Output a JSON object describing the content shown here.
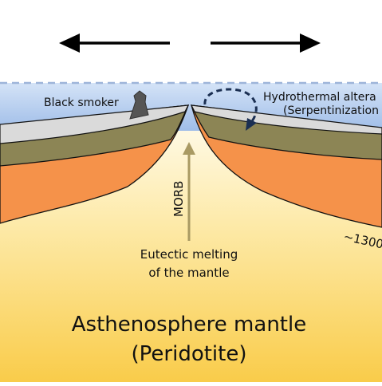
{
  "labels": {
    "black_smoker": "Black smoker",
    "hydro_line1": "Hydrothermal altera",
    "hydro_line2": "(Serpentinization",
    "morb": "MORB",
    "temp": "~1300",
    "eutectic_line1": "Eutectic melting",
    "eutectic_line2": "of the mantle",
    "mantle_line1": "Asthenosphere mantle",
    "mantle_line2": "(Peridotite)"
  },
  "colors": {
    "ocean_top": "#d4e3f7",
    "ocean_bottom": "#9fbde8",
    "water_line": "#9db4d9",
    "crust_grey": "#dadada",
    "crust_olive": "#8c8555",
    "lithosphere_orange": "#f5924a",
    "mantle_top": "#fffdf3",
    "mantle_bottom": "#f9cc4a",
    "morb_arrow": "#a99a63",
    "smoker": "#555555",
    "hydro_arrow": "#1b2f52",
    "spreading_arrow": "#000000"
  },
  "icons": {
    "spreading_left": "arrow-left-icon",
    "spreading_right": "arrow-right-icon",
    "black_smoker": "chimney-icon",
    "hydrothermal": "circular-arrow-icon"
  }
}
